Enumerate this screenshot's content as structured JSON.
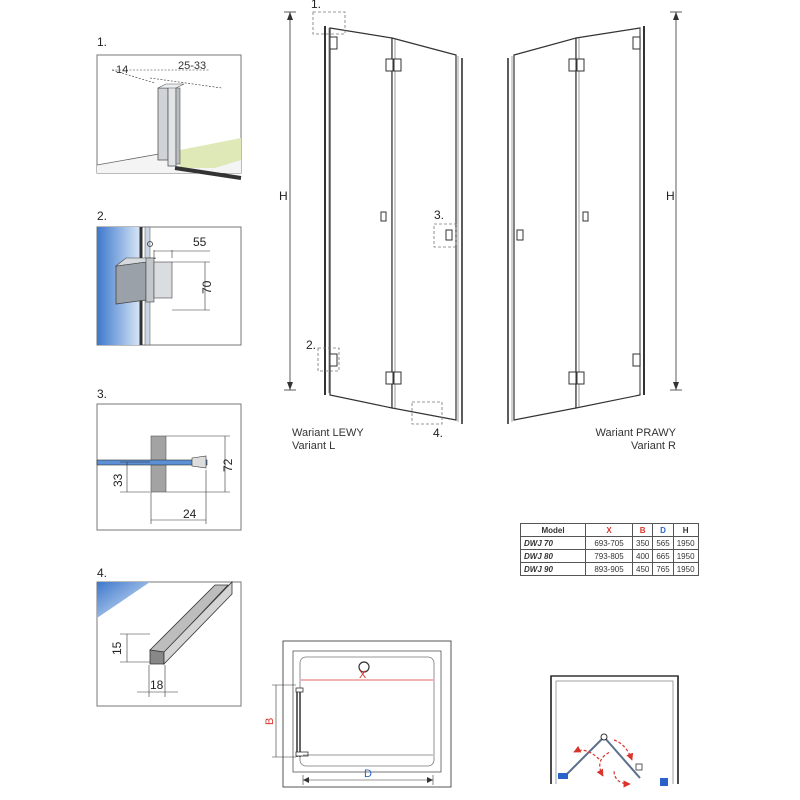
{
  "details": {
    "d1": {
      "label": "1.",
      "dim_a": "14",
      "dim_b": "25-33"
    },
    "d2": {
      "label": "2.",
      "dim_a": "55",
      "dim_b": "70"
    },
    "d3": {
      "label": "3.",
      "dim_a": "72",
      "dim_b": "33",
      "dim_c": "24"
    },
    "d4": {
      "label": "4.",
      "dim_a": "15",
      "dim_b": "18"
    }
  },
  "elevation": {
    "height_label": "H",
    "callouts": [
      "1.",
      "2.",
      "3.",
      "4."
    ],
    "variant_left": {
      "line1": "Wariant LEWY",
      "line2": "Variant L"
    },
    "variant_right": {
      "line1": "Wariant PRAWY",
      "line2": "Variant R"
    }
  },
  "table": {
    "headers": [
      "Model",
      "X",
      "B",
      "D",
      "H"
    ],
    "header_colors": [
      "#222222",
      "#d9342b",
      "#d9342b",
      "#2a62c9",
      "#222222"
    ],
    "rows": [
      [
        "DWJ 70",
        "693-705",
        "350",
        "565",
        "1950"
      ],
      [
        "DWJ 80",
        "793-805",
        "400",
        "665",
        "1950"
      ],
      [
        "DWJ 90",
        "893-905",
        "450",
        "765",
        "1950"
      ]
    ]
  },
  "plan": {
    "x_label": "X",
    "b_label": "B",
    "d_label": "D"
  },
  "colors": {
    "accent_red": "#d9342b",
    "accent_blue": "#2a62c9",
    "wall_blue": "#5b8fd6",
    "floor_green": "#dfe9b8"
  }
}
